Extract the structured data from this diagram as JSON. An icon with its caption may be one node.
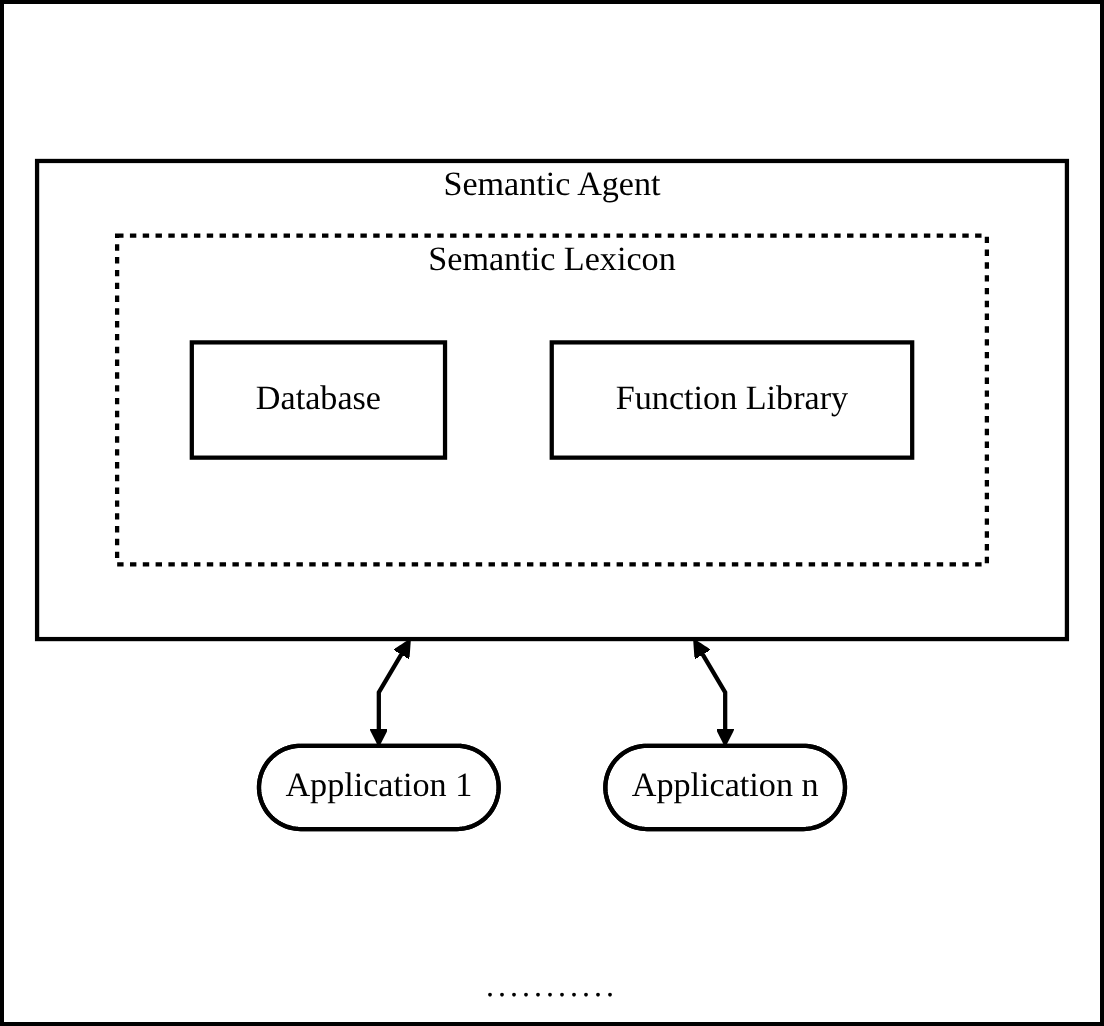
{
  "diagram": {
    "nodes": [
      {
        "text": [
          "Semantic Agent"
        ]
      },
      {
        "text": [
          "Semantic Lexicon"
        ],
        "in": 0
      },
      {
        "text": [
          "Database"
        ],
        "in": 1
      },
      {
        "text": [
          "Function Library"
        ],
        "in": 1
      },
      {
        "text": [
          "Application 1"
        ]
      },
      {
        "text": [
          "Application n"
        ]
      }
    ],
    "edges": [
      {
        "from": 0,
        "to": 4,
        "arrow": "both"
      },
      {
        "from": 0,
        "to": 5,
        "arrow": "both"
      }
    ],
    "labels": [
      "..........."
    ]
  }
}
